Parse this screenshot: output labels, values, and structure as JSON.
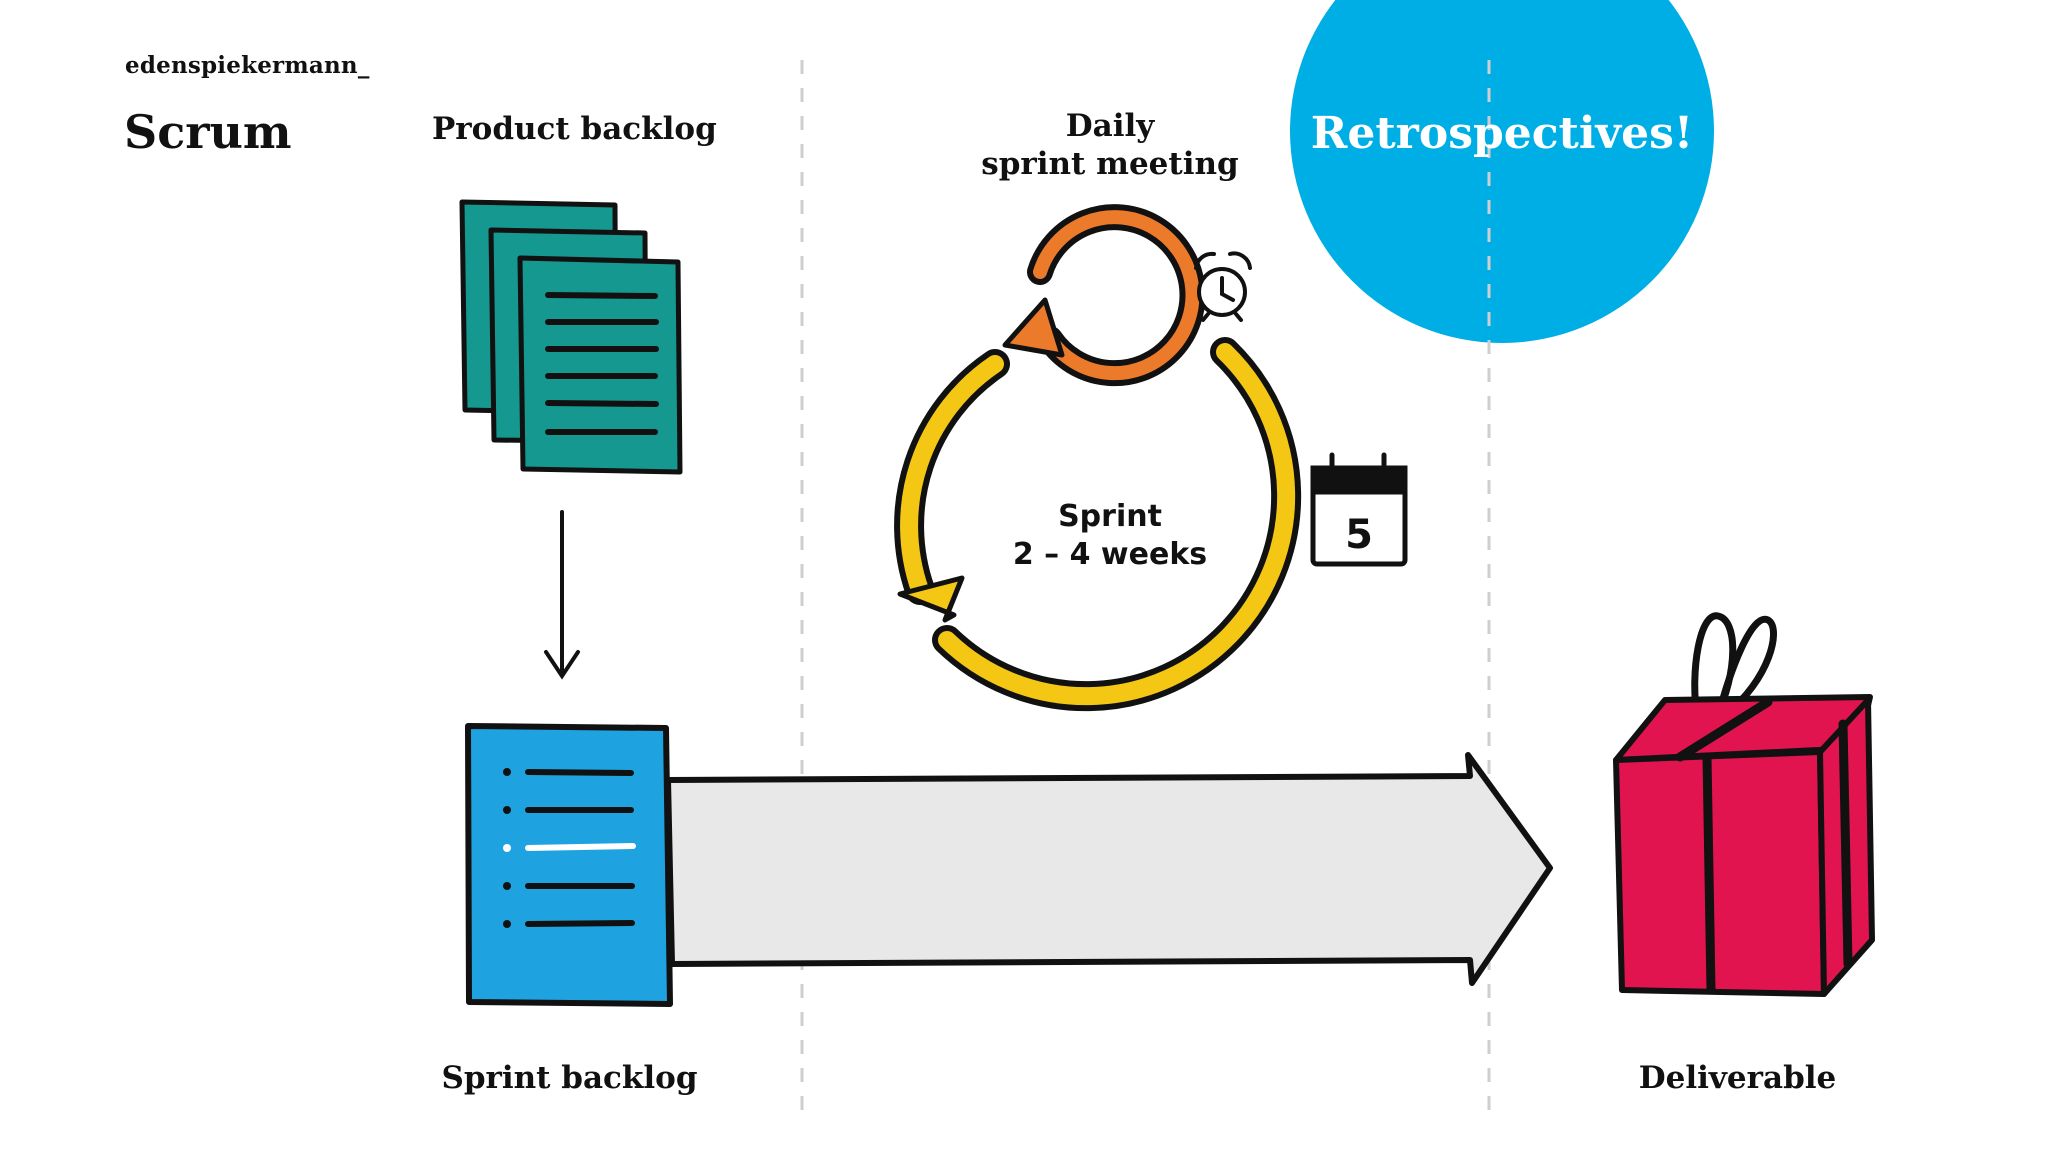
{
  "brand": "edenspiekermann_",
  "title": "Scrum",
  "labels": {
    "product_backlog": "Product backlog",
    "daily_line1": "Daily",
    "daily_line2": "sprint meeting",
    "sprint_line1": "Sprint",
    "sprint_line2": "2 – 4 weeks",
    "sprint_backlog": "Sprint backlog",
    "deliverable": "Deliverable",
    "calendar_day": "5"
  },
  "callout": {
    "text": "Retrospectives!",
    "color": "#00aee6"
  },
  "colors": {
    "product_backlog_docs": "#14988f",
    "sprint_backlog_doc": "#1ea3e0",
    "sprint_cycle": "#f4c715",
    "daily_cycle": "#ec7a2b",
    "process_arrow": "#e8e8e8",
    "deliverable_gift": "#e2144f",
    "outline": "#111111"
  },
  "icons": [
    "document-stack-icon",
    "down-arrow-icon",
    "checklist-icon",
    "cycle-arrow-icon",
    "alarm-clock-icon",
    "calendar-icon",
    "gift-icon"
  ]
}
